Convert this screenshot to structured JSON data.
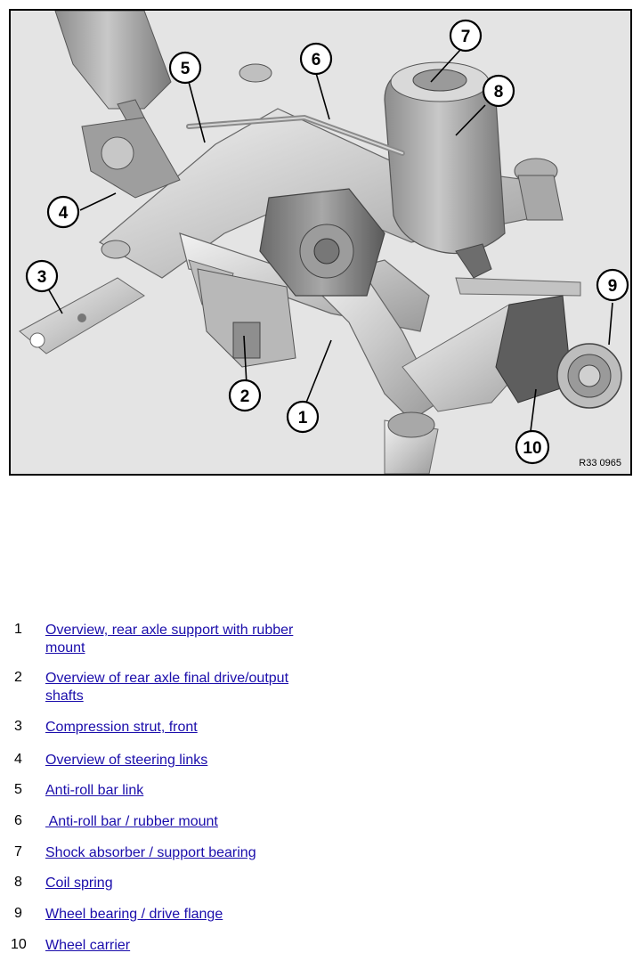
{
  "figure": {
    "reference_code": "R33 0965",
    "callouts": [
      "1",
      "2",
      "3",
      "4",
      "5",
      "6",
      "7",
      "8",
      "9",
      "10"
    ]
  },
  "legend": {
    "items": [
      {
        "number": "1",
        "label": "Overview, rear axle support with rubber mount"
      },
      {
        "number": "2",
        "label": "Overview of rear axle final drive/output shafts"
      },
      {
        "number": "3",
        "label": "Compression strut, front"
      },
      {
        "number": "4",
        "label": "Overview of steering links"
      },
      {
        "number": "5",
        "label": "Anti-roll bar link"
      },
      {
        "number": "6",
        "label": " Anti-roll bar / rubber mount"
      },
      {
        "number": "7",
        "label": "Shock absorber / support bearing"
      },
      {
        "number": "8",
        "label": "Coil spring"
      },
      {
        "number": "9",
        "label": "Wheel bearing / drive flange"
      },
      {
        "number": "10",
        "label": "Wheel carrier"
      }
    ]
  }
}
